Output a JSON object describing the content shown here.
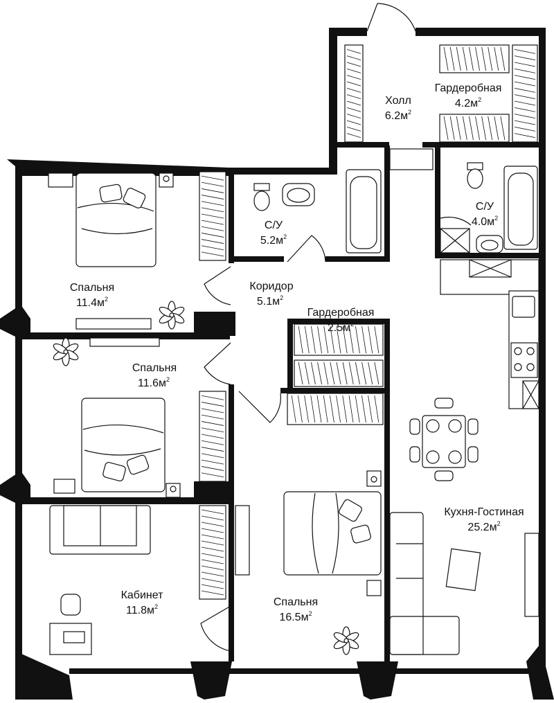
{
  "colors": {
    "wall": "#111111",
    "background": "#ffffff"
  },
  "rooms": [
    {
      "id": "hall",
      "name": "Холл",
      "area": "6.2м",
      "sup": "2"
    },
    {
      "id": "wardrobe-1",
      "name": "Гардеробная",
      "area": "4.2м",
      "sup": "2"
    },
    {
      "id": "bathroom-1",
      "name": "С/У",
      "area": "5.2м",
      "sup": "2"
    },
    {
      "id": "bathroom-2",
      "name": "С/У",
      "area": "4.0м",
      "sup": "2"
    },
    {
      "id": "bedroom-1",
      "name": "Спальня",
      "area": "11.4м",
      "sup": "2"
    },
    {
      "id": "corridor",
      "name": "Коридор",
      "area": "5.1м",
      "sup": "2"
    },
    {
      "id": "wardrobe-2",
      "name": "Гардеробная",
      "area": "2.5м",
      "sup": "2"
    },
    {
      "id": "bedroom-2",
      "name": "Спальня",
      "area": "11.6м",
      "sup": "2"
    },
    {
      "id": "kitchen-living",
      "name": "Кухня-Гостиная",
      "area": "25.2м",
      "sup": "2"
    },
    {
      "id": "study",
      "name": "Кабинет",
      "area": "11.8м",
      "sup": "2"
    },
    {
      "id": "bedroom-3",
      "name": "Спальня",
      "area": "16.5м",
      "sup": "2"
    }
  ],
  "icons": [
    "door-swing-icon",
    "bed-icon",
    "bathtub-icon",
    "toilet-icon",
    "sink-icon",
    "plant-icon",
    "sofa-icon",
    "dining-table-icon",
    "stove-icon",
    "desk-icon",
    "closet-icon"
  ]
}
